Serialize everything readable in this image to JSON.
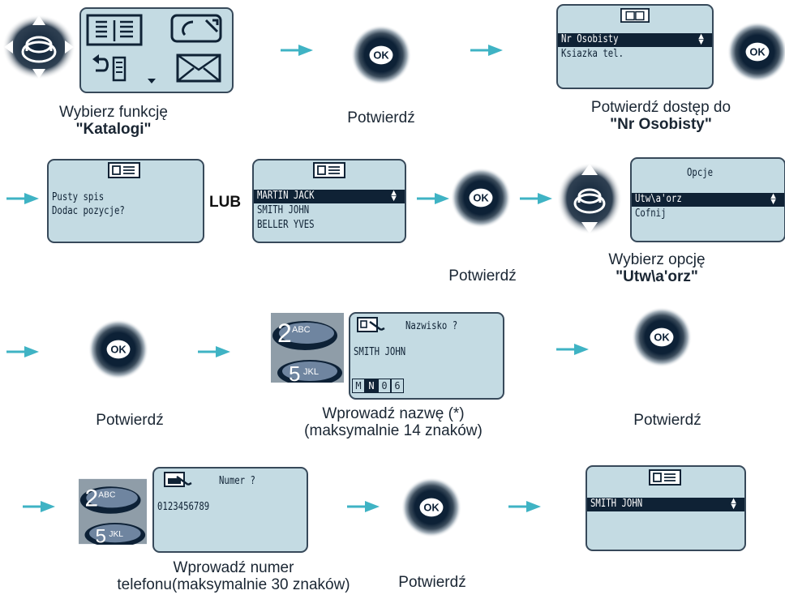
{
  "colors": {
    "arrow": "#3fb3c4",
    "lcd_bg": "#c4dbe3",
    "lcd_border": "#37495a",
    "ok_dark": "#0d2136"
  },
  "row1": {
    "caption1_line1": "Wybierz funkcję",
    "caption1_line2": "\"Katalogi\"",
    "caption2": "Potwierdź",
    "caption3_line1": "Potwierdź dostęp do",
    "caption3_line2": "\"Nr Osobisty\"",
    "screen_menu_items": [
      "Nr Osobisty",
      "Ksiazka tel."
    ]
  },
  "row2": {
    "empty_screen_lines": [
      "Pusty spis",
      "Dodac pozycje?"
    ],
    "or_label": "LUB",
    "list_items": [
      "MARTIN JACK",
      "SMITH JOHN",
      "BELLER YVES"
    ],
    "caption_confirm": "Potwierdź",
    "options_title": "Opcje",
    "options_items": [
      "Utw\\a'orz",
      "Cofnij"
    ],
    "caption_select_line1": "Wybierz opcję",
    "caption_select_line2": "\"Utw\\a'orz\""
  },
  "row3": {
    "caption_confirm1": "Potwierdź",
    "name_title": "Nazwisko ?",
    "name_value": "SMITH JOHN",
    "keys": [
      "M",
      "N",
      "0",
      "6"
    ],
    "caption_name_line1": "Wprowadź nazwę (*)",
    "caption_name_line2": "(maksymalnie 14 znaków)",
    "caption_confirm2": "Potwierdź"
  },
  "row4": {
    "number_title": "Numer ?",
    "number_value": "0123456789",
    "caption_number_line1": "Wprowadź numer",
    "caption_number_line2": "telefonu(maksymalnie 30 znaków)",
    "caption_confirm": "Potwierdź",
    "result_item": "SMITH JOHN"
  },
  "icons": [
    "navigator-icon",
    "ok-button-icon",
    "keypad-icon",
    "arrow-right-icon",
    "directory-icon",
    "envelope-icon",
    "phone-icon"
  ]
}
